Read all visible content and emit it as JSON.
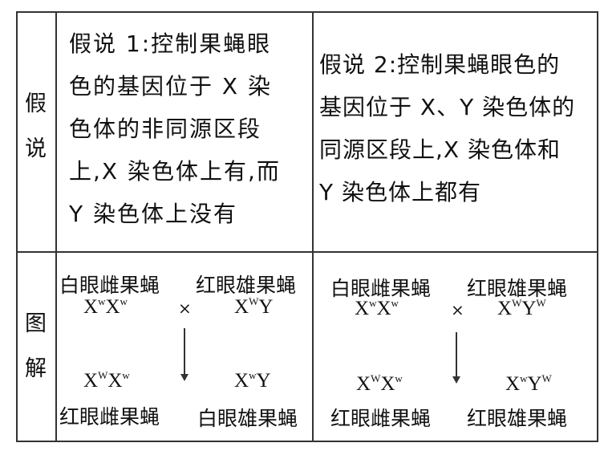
{
  "table": {
    "row1_header": [
      "假",
      "说"
    ],
    "row2_header": [
      "图",
      "解"
    ],
    "hypothesis1_lines": [
      "假说 1:控制果蝇眼",
      "色的基因位于 X 染",
      "色体的非同源区段",
      "上,X 染色体上有,而",
      "Y 染色体上没有"
    ],
    "hypothesis2_lines": [
      "假说 2:控制果蝇眼色的",
      "基因位于 X、Y 染色体的",
      "同源区段上,X 染色体和",
      "Y 染色体上都有"
    ],
    "diagram1": {
      "parent_female_label": "白眼雌果蝇",
      "parent_male_label": "红眼雄果蝇",
      "parent_female_genotype": {
        "a": "X",
        "a_sup": "w",
        "b": "X",
        "b_sup": "w"
      },
      "parent_male_genotype": {
        "a": "X",
        "a_sup": "W",
        "b": "Y",
        "b_sup": ""
      },
      "cross_symbol": "×",
      "offspring_female_genotype": {
        "a": "X",
        "a_sup": "W",
        "b": "X",
        "b_sup": "w"
      },
      "offspring_male_genotype": {
        "a": "X",
        "a_sup": "w",
        "b": "Y",
        "b_sup": ""
      },
      "offspring_female_label": "红眼雌果蝇",
      "offspring_male_label": "白眼雄果蝇"
    },
    "diagram2": {
      "parent_female_label": "白眼雌果蝇",
      "parent_male_label": "红眼雄果蝇",
      "parent_female_genotype": {
        "a": "X",
        "a_sup": "w",
        "b": "X",
        "b_sup": "w"
      },
      "parent_male_genotype": {
        "a": "X",
        "a_sup": "W",
        "b": "Y",
        "b_sup": "W"
      },
      "cross_symbol": "×",
      "offspring_female_genotype": {
        "a": "X",
        "a_sup": "W",
        "b": "X",
        "b_sup": "w"
      },
      "offspring_male_genotype": {
        "a": "X",
        "a_sup": "w",
        "b": "Y",
        "b_sup": "W"
      },
      "offspring_female_label": "红眼雌果蝇",
      "offspring_male_label": "红眼雄果蝇"
    }
  }
}
